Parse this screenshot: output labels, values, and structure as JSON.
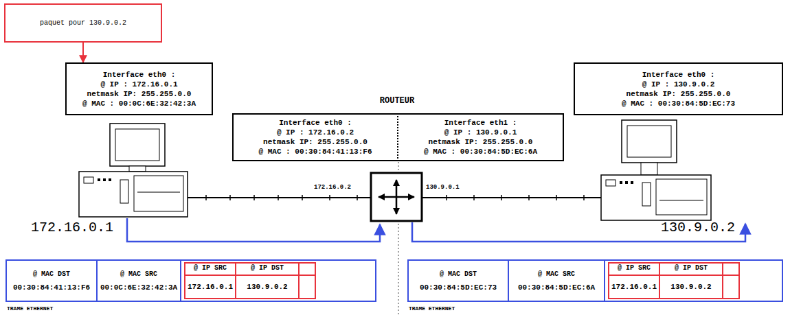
{
  "diagram": {
    "nodes": [
      {
        "text": [
          "paquet pour 130.9.0.2"
        ]
      },
      {
        "text": [
          "Interface eth0 :",
          "@ IP : 172.16.0.1",
          "netmask IP: 255.255.0.0",
          "@ MAC : 00:0C:6E:32:42:3A"
        ]
      },
      {
        "text": [
          "Interface eth0 :",
          "@ IP : 172.16.0.2",
          "netmask IP: 255.255.0.0",
          "@ MAC : 00:30:84:41:13:F6"
        ]
      },
      {
        "text": [
          "Interface eth1 :",
          "@ IP : 130.9.0.1",
          "netmask IP: 255.255.0.0",
          "@ MAC : 00:30:84:5D:EC:6A"
        ]
      },
      {
        "text": [
          "Interface eth0 :",
          "@ IP : 130.9.0.2",
          "netmask IP: 255.255.0.0",
          "@ MAC : 00:30:84:5D:EC:73"
        ]
      },
      {
        "text": [
          "TRAME ETHERNET"
        ]
      },
      {
        "text": [
          "@ MAC DST",
          "00:30:84:41:13:F6"
        ],
        "in": 5
      },
      {
        "text": [
          "@ MAC SRC",
          "00:0C:6E:32:42:3A"
        ],
        "in": 5
      },
      {
        "text": [
          "@ IP SRC",
          "@ IP DST"
        ],
        "in": 5
      },
      {
        "text": [
          "172.16.0.1"
        ],
        "in": 8
      },
      {
        "text": [
          "130.9.0.2"
        ],
        "in": 8
      },
      {
        "text": [
          "TRAME ETHERNET"
        ]
      },
      {
        "text": [
          "@ MAC DST",
          "00:30:84:5D:EC:73"
        ],
        "in": 11
      },
      {
        "text": [
          "@ MAC SRC",
          "00:30:84:5D:EC:6A"
        ],
        "in": 11
      },
      {
        "text": [
          "@ IP SRC",
          "@ IP DST"
        ],
        "in": 11
      },
      {
        "text": [
          "172.16.0.1"
        ],
        "in": 14
      },
      {
        "text": [
          "130.9.0.2"
        ],
        "in": 14
      }
    ],
    "edges": [
      {
        "from": 0,
        "to": 1,
        "arrow": "to"
      }
    ],
    "labels": [
      "ROUTEUR",
      "172.16.0.2",
      "130.9.0.1",
      "172.16.0.1",
      "130.9.0.2"
    ]
  }
}
